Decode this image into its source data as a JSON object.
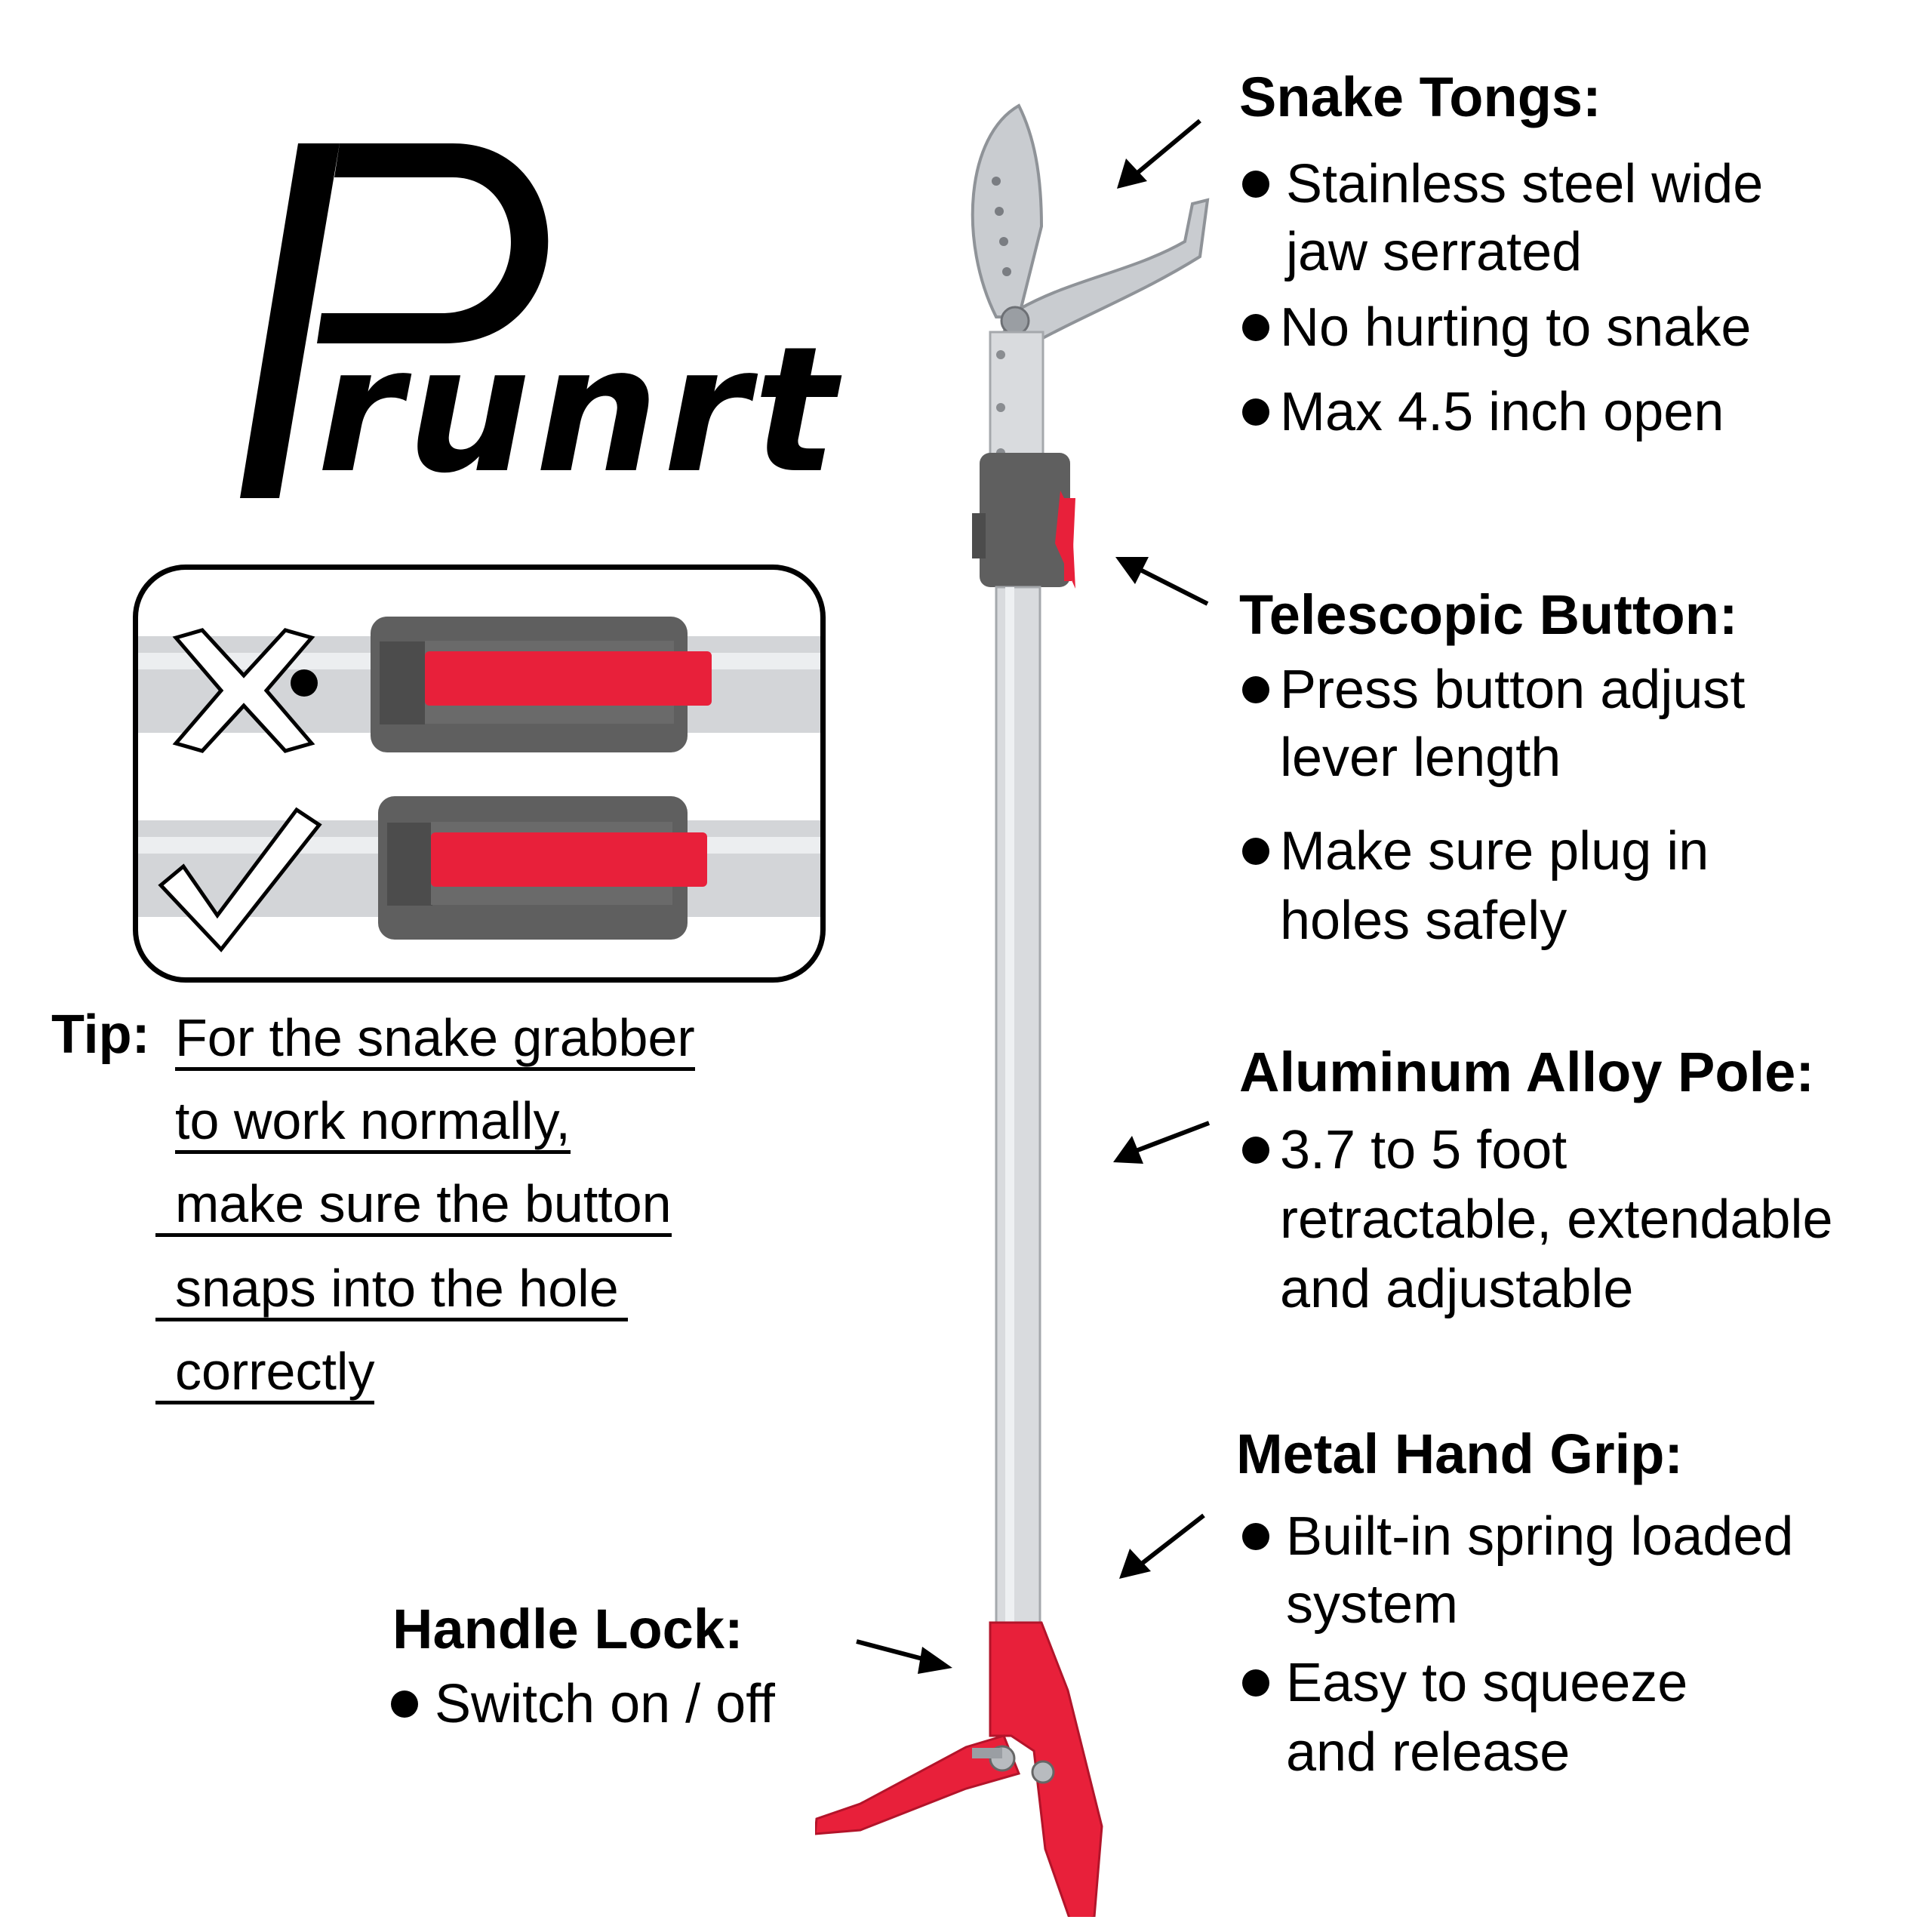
{
  "brand": {
    "logo_initial": "P",
    "logo_rest": "runrt"
  },
  "colors": {
    "accent_red": "#e8203a",
    "pole_silver": "#d9dbde",
    "grip_gray": "#5f5f5f"
  },
  "tip": {
    "label": "Tip:",
    "lines": [
      "For the snake grabber",
      "to work normally,",
      "make sure the button",
      "snaps into the hole",
      "correctly"
    ]
  },
  "inset": {
    "wrong_icon": "cross-mark-icon",
    "right_icon": "check-mark-icon"
  },
  "sections": {
    "snake_tongs": {
      "title": "Snake Tongs:",
      "bullets": [
        [
          "Stainless steel wide",
          "jaw serrated"
        ],
        [
          "No hurting to snake"
        ],
        [
          "Max 4.5 inch open"
        ]
      ]
    },
    "telescopic_button": {
      "title": "Telescopic Button:",
      "bullets": [
        [
          "Press button adjust",
          "lever length"
        ],
        [
          "Make sure plug in",
          "holes safely"
        ]
      ]
    },
    "aluminum_pole": {
      "title": "Aluminum Alloy Pole:",
      "bullets": [
        [
          "3.7 to 5 foot",
          "retractable, extendable",
          "and adjustable"
        ]
      ]
    },
    "metal_grip": {
      "title": "Metal Hand Grip:",
      "bullets": [
        [
          "Built-in spring loaded",
          "system"
        ],
        [
          "Easy to squeeze",
          "and release"
        ]
      ]
    },
    "handle_lock": {
      "title": "Handle Lock:",
      "bullets": [
        [
          "Switch on / off"
        ]
      ]
    }
  }
}
